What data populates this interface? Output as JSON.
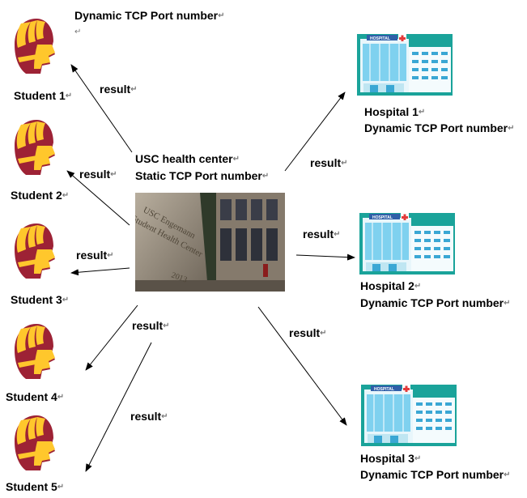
{
  "pilcrow": "↵",
  "top_note": "Dynamic TCP Port number",
  "center": {
    "line1": "USC health center",
    "line2": "Static TCP Port number",
    "photo_text": [
      "USC Engemann",
      "Student Health Center",
      "2013"
    ]
  },
  "students": [
    {
      "label": "Student 1"
    },
    {
      "label": "Student 2"
    },
    {
      "label": "Student 3"
    },
    {
      "label": "Student 4"
    },
    {
      "label": "Student 5"
    }
  ],
  "hospitals": [
    {
      "name": "Hospital 1",
      "port": "Dynamic TCP Port number",
      "sign": "HOSPITAL"
    },
    {
      "name": "Hospital 2",
      "port": "Dynamic TCP Port number",
      "sign": "HOSPITAL"
    },
    {
      "name": "Hospital 3",
      "port": "Dynamic TCP Port number",
      "sign": "HOSPITAL"
    }
  ],
  "edge_label": "result",
  "colors": {
    "trojan_red": "#9d2235",
    "trojan_gold": "#ffc72c",
    "hospital_teal": "#1aa39a",
    "glass": "#7fd1ef"
  }
}
